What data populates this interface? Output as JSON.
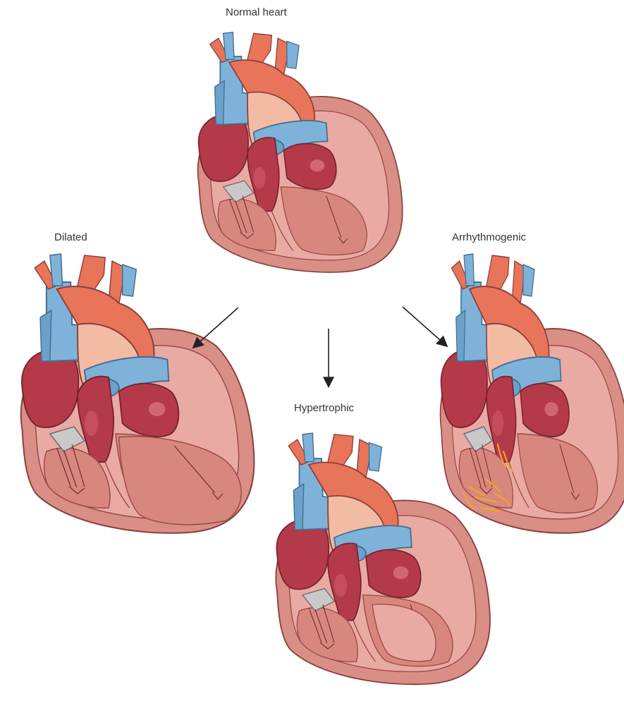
{
  "labels": {
    "normal": "Normal heart",
    "dilated": "Dilated",
    "hypertrophic": "Hypertrophic",
    "arrhythmogenic": "Arrhythmogenic"
  },
  "colors": {
    "vessel_blue": "#7fb2d8",
    "vessel_blue_dark": "#5d93bd",
    "aorta_orange": "#e8745a",
    "aorta_light": "#f3bba4",
    "chamber_red": "#b43a4a",
    "muscle_pink": "#d8877f",
    "wall_outer": "#d98e86",
    "wall_inner": "#e9aaa3",
    "valve_grey": "#c9c9c9",
    "fibrofatty_orange": "#f3a52a",
    "arrow": "#222222"
  },
  "icons": [
    "heart-illustration",
    "arrow-icon"
  ]
}
